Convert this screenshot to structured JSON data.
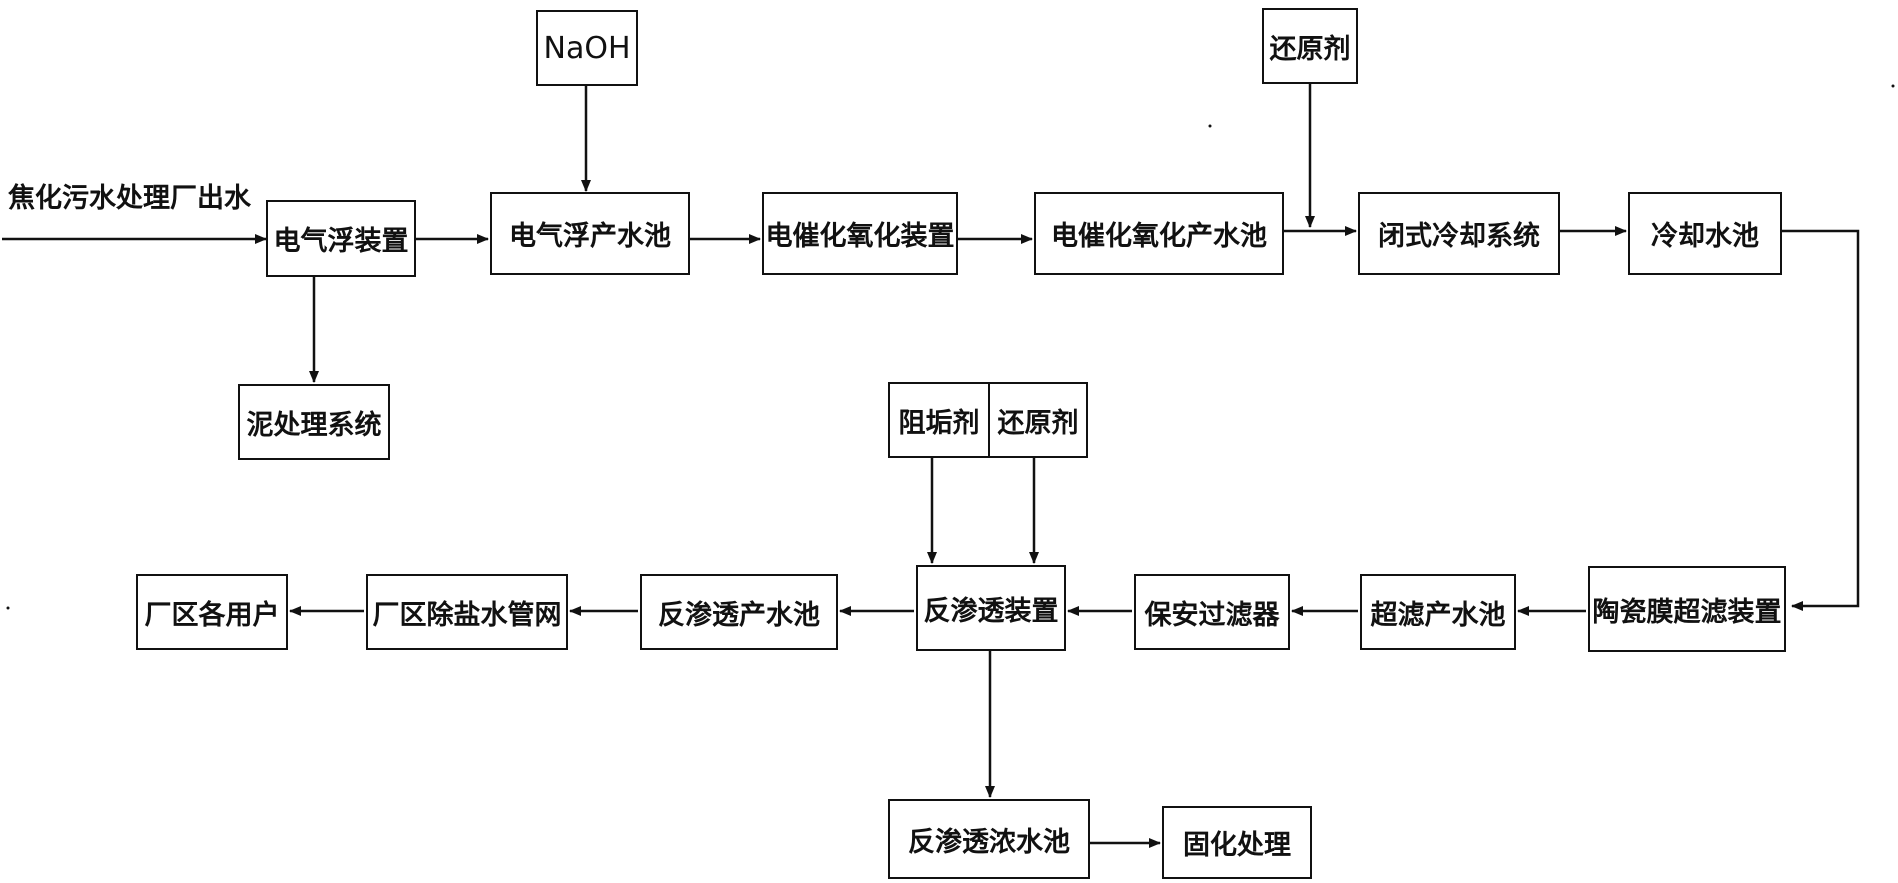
{
  "inflow_label": "焦化污水处理厂出水",
  "additives": {
    "naoh": "NaOH",
    "reductant_1": "还原剂",
    "antiscalant": "阻垢剂",
    "reductant_2": "还原剂"
  },
  "process": {
    "electro_flotation": "电气浮装置",
    "sludge_treatment": "泥处理系统",
    "flotation_water_tank": "电气浮产水池",
    "electrocatalytic_oxidation": "电催化氧化装置",
    "oxidation_water_tank": "电催化氧化产水池",
    "closed_cooling_system": "闭式冷却系统",
    "cooling_water_tank": "冷却水池",
    "ceramic_uf": "陶瓷膜超滤装置",
    "uf_water_tank": "超滤产水池",
    "security_filter": "保安过滤器",
    "ro_unit": "反渗透装置",
    "ro_water_tank": "反渗透产水池",
    "desalted_water_network": "厂区除盐水管网",
    "plant_users": "厂区各用户",
    "ro_concentrate_tank": "反渗透浓水池",
    "solidification": "固化处理"
  },
  "line_color": "#111111"
}
